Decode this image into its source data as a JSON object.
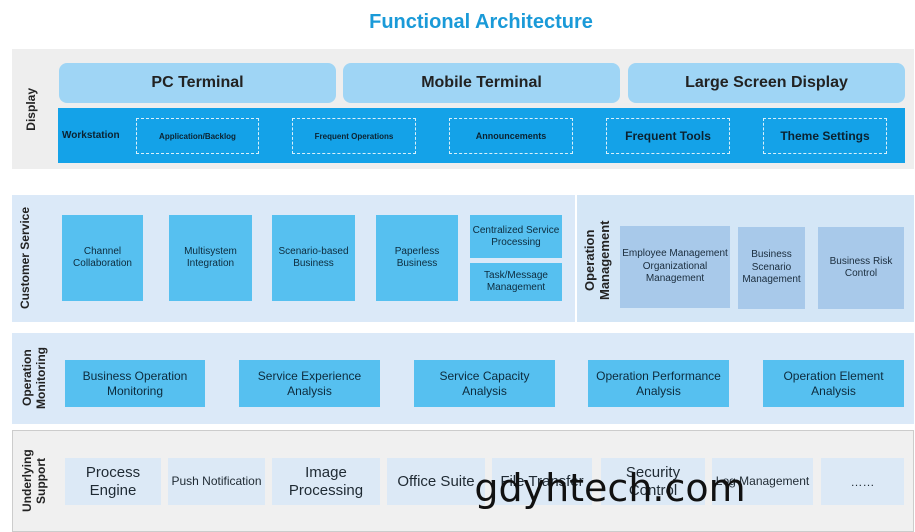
{
  "title": "Functional Architecture",
  "display": {
    "label": "Display",
    "terminals": [
      "PC Terminal",
      "Mobile Terminal",
      "Large Screen Display"
    ],
    "workstation_label": "Workstation",
    "workstation_items": [
      "Application/Backlog",
      "Frequent Operations",
      "Announcements",
      "Frequent Tools",
      "Theme Settings"
    ]
  },
  "customer_service": {
    "label": "Customer Service",
    "items": [
      "Channel Collaboration",
      "Multisystem Integration",
      "Scenario-based Business",
      "Paperless Business",
      "Centralized Service Processing",
      "Task/Message Management"
    ]
  },
  "operation_management": {
    "label": "Operation Management",
    "items": [
      "Employee Management Organizational Management",
      "Business Scenario Management",
      "Business Risk Control"
    ]
  },
  "operation_monitoring": {
    "label": "Operation Monitoring",
    "items": [
      "Business Operation Monitoring",
      "Service Experience Analysis",
      "Service Capacity Analysis",
      "Operation Performance Analysis",
      "Operation Element Analysis"
    ]
  },
  "underlying_support": {
    "label": "Underlying Support",
    "items": [
      "Process Engine",
      "Push Notification",
      "Image Processing",
      "Office Suite",
      "File Transfer",
      "Security Control",
      "Log Management",
      "……"
    ]
  },
  "watermark": "gdyhtech.com"
}
